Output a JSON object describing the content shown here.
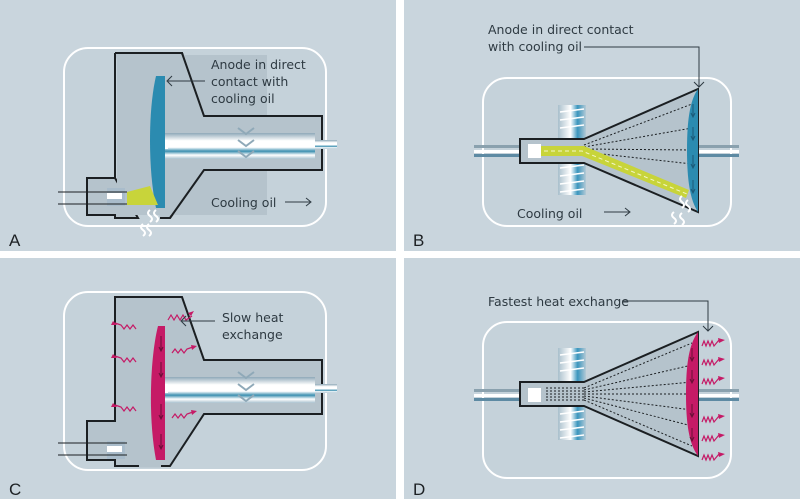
{
  "figure": {
    "title": "X-ray tube anode cooling comparison",
    "colors": {
      "background": "#c9d5dd",
      "housing_fill": "#b5c3cc",
      "anode_blue": "#2b8bb0",
      "anode_magenta": "#c51a66",
      "beam_yellow": "#c8d43a",
      "outline": "#1b1f22",
      "heat_arrow": "#c51a66"
    },
    "panels": [
      {
        "id": "A",
        "label": "A",
        "tube_type": "rotating-anode",
        "annotations": [
          "Anode in direct",
          "contact with",
          "cooling oil"
        ],
        "oil_label": "Cooling oil",
        "oil_arrow": "→"
      },
      {
        "id": "B",
        "label": "B",
        "tube_type": "rotating-envelope",
        "annotations": [
          "Anode in direct contact",
          "with cooling oil"
        ],
        "oil_label": "Cooling oil",
        "oil_arrow": "→"
      },
      {
        "id": "C",
        "label": "C",
        "tube_type": "rotating-anode",
        "annotations": [
          "Slow heat",
          "exchange"
        ]
      },
      {
        "id": "D",
        "label": "D",
        "tube_type": "rotating-envelope",
        "annotations": [
          "Fastest heat exchange"
        ]
      }
    ]
  }
}
